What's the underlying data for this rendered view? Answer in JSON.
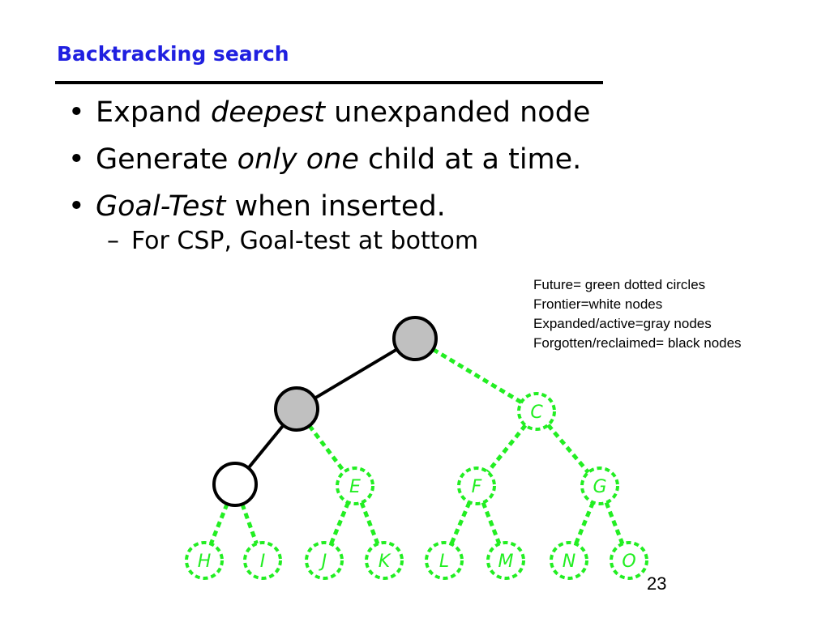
{
  "slide": {
    "title": "Backtracking search",
    "page_number": "23"
  },
  "bullets": [
    {
      "before": "Expand ",
      "italic": "deepest",
      "after": " unexpanded node"
    },
    {
      "before": "Generate ",
      "italic": "only one",
      "after": " child at a time."
    },
    {
      "before": "",
      "italic": "Goal-Test",
      "after": " when inserted."
    }
  ],
  "sub_bullet": "For CSP, Goal-test at bottom",
  "legend": [
    "Future= green dotted circles",
    "Frontier=white nodes",
    "Expanded/active=gray nodes",
    "Forgotten/reclaimed= black nodes"
  ],
  "tree": {
    "colors": {
      "future": "#22ee22",
      "expanded_fill": "#c0c0c0",
      "frontier_fill": "#ffffff",
      "edge_active": "#000000"
    },
    "nodes": [
      {
        "id": "A",
        "label": "",
        "state": "expanded"
      },
      {
        "id": "B",
        "label": "",
        "state": "expanded"
      },
      {
        "id": "C",
        "label": "C",
        "state": "future"
      },
      {
        "id": "D",
        "label": "",
        "state": "frontier"
      },
      {
        "id": "E",
        "label": "E",
        "state": "future"
      },
      {
        "id": "F",
        "label": "F",
        "state": "future"
      },
      {
        "id": "G",
        "label": "G",
        "state": "future"
      },
      {
        "id": "H",
        "label": "H",
        "state": "future"
      },
      {
        "id": "I",
        "label": "I",
        "state": "future"
      },
      {
        "id": "J",
        "label": "J",
        "state": "future"
      },
      {
        "id": "K",
        "label": "K",
        "state": "future"
      },
      {
        "id": "L",
        "label": "L",
        "state": "future"
      },
      {
        "id": "M",
        "label": "M",
        "state": "future"
      },
      {
        "id": "N",
        "label": "N",
        "state": "future"
      },
      {
        "id": "O",
        "label": "O",
        "state": "future"
      }
    ],
    "edges": [
      {
        "from": "A",
        "to": "B",
        "state": "active"
      },
      {
        "from": "A",
        "to": "C",
        "state": "future"
      },
      {
        "from": "B",
        "to": "D",
        "state": "active"
      },
      {
        "from": "B",
        "to": "E",
        "state": "future"
      },
      {
        "from": "C",
        "to": "F",
        "state": "future"
      },
      {
        "from": "C",
        "to": "G",
        "state": "future"
      },
      {
        "from": "D",
        "to": "H",
        "state": "future"
      },
      {
        "from": "D",
        "to": "I",
        "state": "future"
      },
      {
        "from": "E",
        "to": "J",
        "state": "future"
      },
      {
        "from": "E",
        "to": "K",
        "state": "future"
      },
      {
        "from": "F",
        "to": "L",
        "state": "future"
      },
      {
        "from": "F",
        "to": "M",
        "state": "future"
      },
      {
        "from": "G",
        "to": "N",
        "state": "future"
      },
      {
        "from": "G",
        "to": "O",
        "state": "future"
      }
    ]
  }
}
